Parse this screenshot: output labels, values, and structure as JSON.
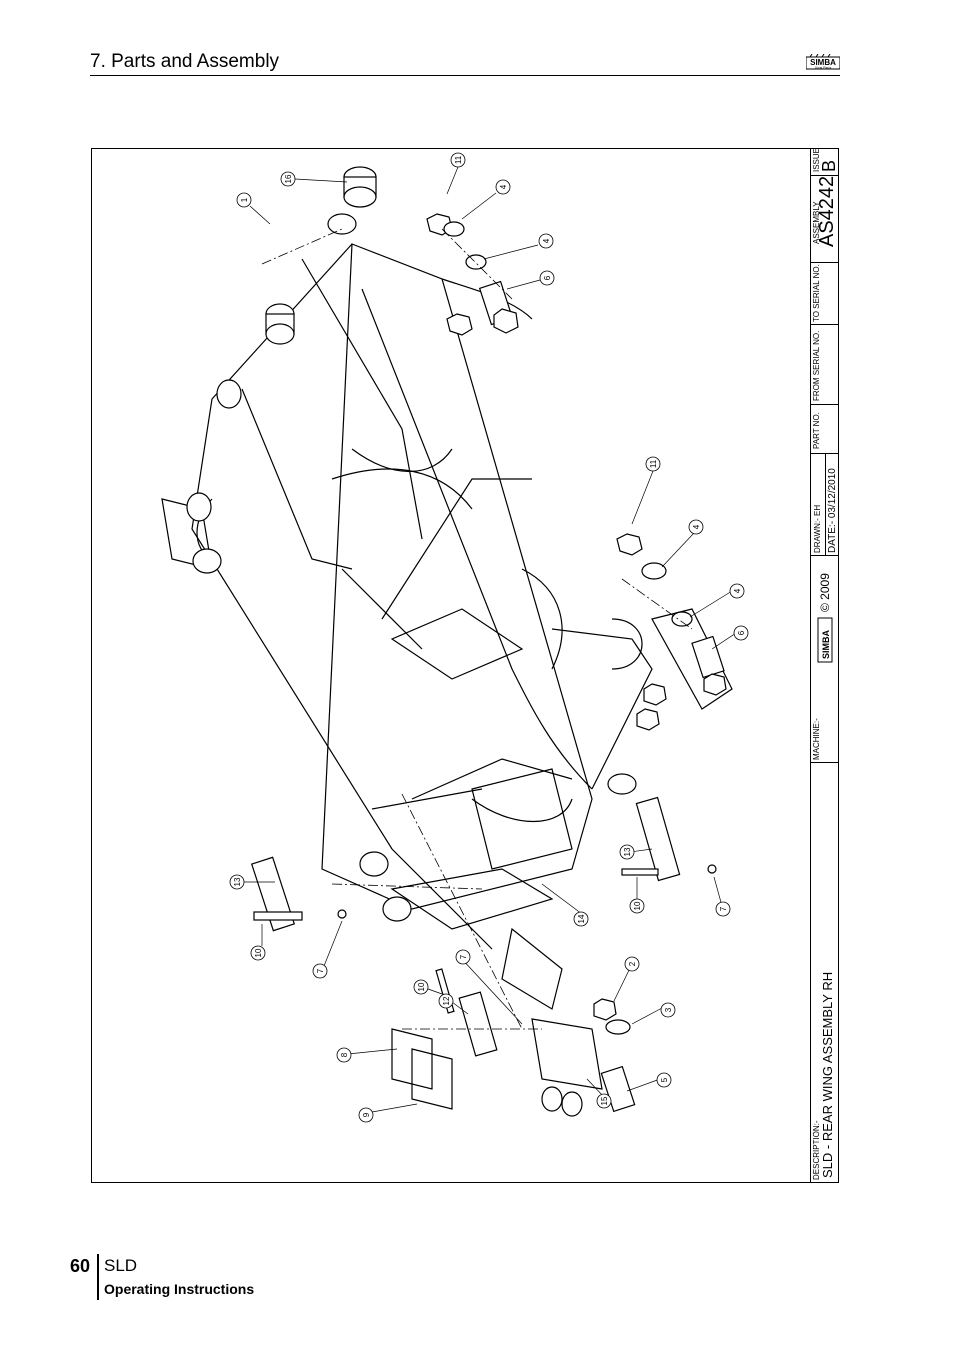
{
  "header": {
    "title": "7. Parts and Assembly"
  },
  "logo": {
    "text": "SIMBA",
    "subtext": "Great Plains"
  },
  "title_block": {
    "issue_label": "ISSUE",
    "issue": "B",
    "assembly_label": "ASSEMBLY",
    "assembly_no": "AS4242",
    "to_serial_label": "TO SERIAL NO.",
    "from_serial_label": "FROM SERIAL NO.",
    "part_no_label": "PART NO.",
    "drawn": "DRAWN:- EH",
    "date": "DATE:- 03/12/2010",
    "copyright": "© 2009",
    "brand": "SIMBA",
    "machine_label": "MACHINE:-",
    "description_label": "DESCRIPTION:-",
    "description": "SLD - REAR WING ASSEMBLY RH"
  },
  "callouts": [
    "1",
    "16",
    "11",
    "4",
    "4",
    "6",
    "11",
    "4",
    "4",
    "6",
    "13",
    "10",
    "7",
    "13",
    "10",
    "7",
    "14",
    "7",
    "12",
    "2",
    "3",
    "8",
    "9",
    "5",
    "15",
    "10"
  ],
  "footer": {
    "page_number": "60",
    "model": "SLD",
    "subtitle": "Operating Instructions"
  }
}
